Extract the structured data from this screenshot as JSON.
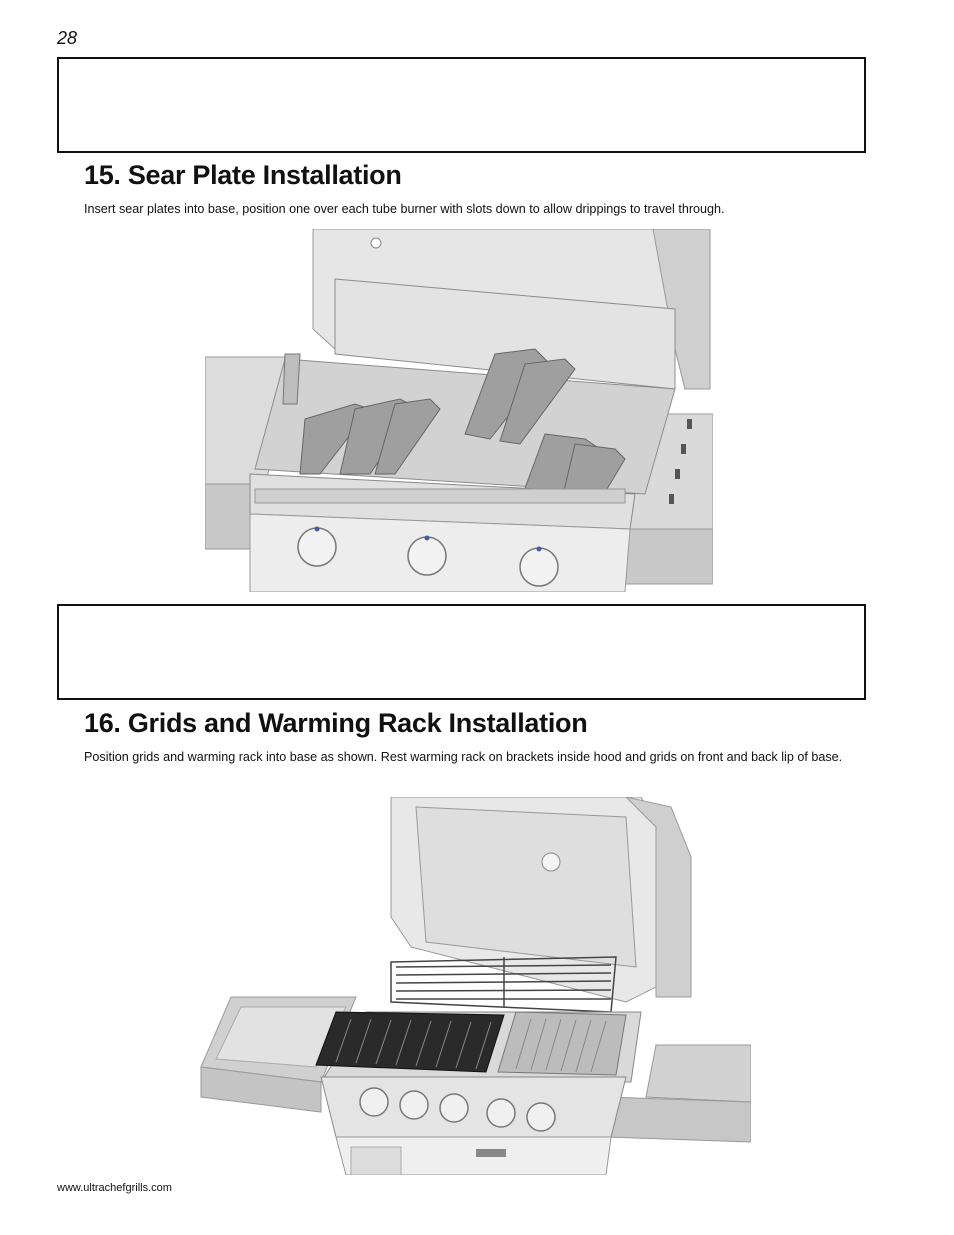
{
  "page": {
    "number": "28",
    "footer": "www.ultrachefgrills.com"
  },
  "sections": [
    {
      "title": "15.  Sear Plate Installation",
      "text": "Insert sear plates into base, position one over each tube burner with slots down to allow drippings to travel through."
    },
    {
      "title": "16. Grids and Warming Rack Installation",
      "text": "Position grids and warming rack into base as shown.  Rest warming rack on brackets inside hood and grids on front and back lip of base."
    }
  ]
}
